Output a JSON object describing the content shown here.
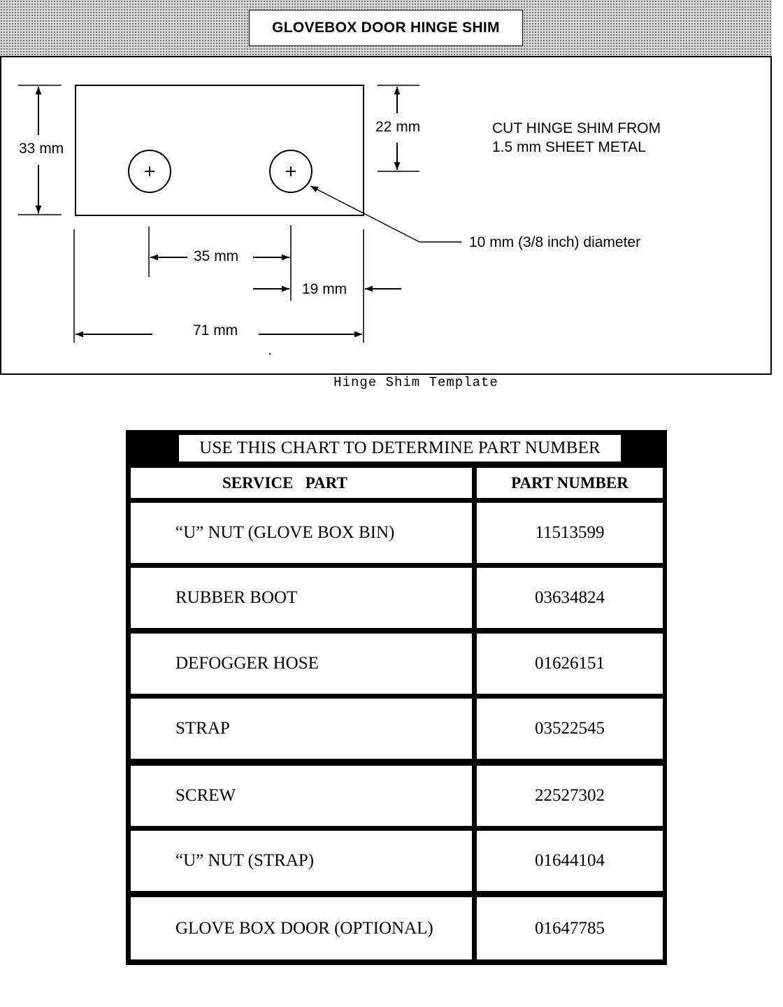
{
  "diagram": {
    "title": "GLOVEBOX DOOR HINGE SHIM",
    "dim_height": "33 mm",
    "dim_hole_offset": "22 mm",
    "dim_hole_spacing": "35 mm",
    "dim_edge": "19 mm",
    "dim_width": "71 mm",
    "note_line1": "CUT HINGE SHIM FROM",
    "note_line2": "1.5 mm SHEET METAL",
    "hole_label": "10 mm (3/8 inch) diameter",
    "caption": "Hinge Shim Template"
  },
  "table": {
    "title": "USE THIS CHART TO DETERMINE PART NUMBER",
    "col_part": "SERVICE   PART",
    "col_number": "PART NUMBER",
    "rows": [
      {
        "part": "“U” NUT (GLOVE BOX BIN)",
        "number": "11513599"
      },
      {
        "part": "RUBBER BOOT",
        "number": "03634824"
      },
      {
        "part": "DEFOGGER HOSE",
        "number": "01626151"
      },
      {
        "part": "STRAP",
        "number": "03522545"
      },
      {
        "part": "SCREW",
        "number": "22527302"
      },
      {
        "part": "“U” NUT (STRAP)",
        "number": "01644104"
      },
      {
        "part": "GLOVE BOX DOOR (OPTIONAL)",
        "number": "01647785"
      }
    ]
  }
}
